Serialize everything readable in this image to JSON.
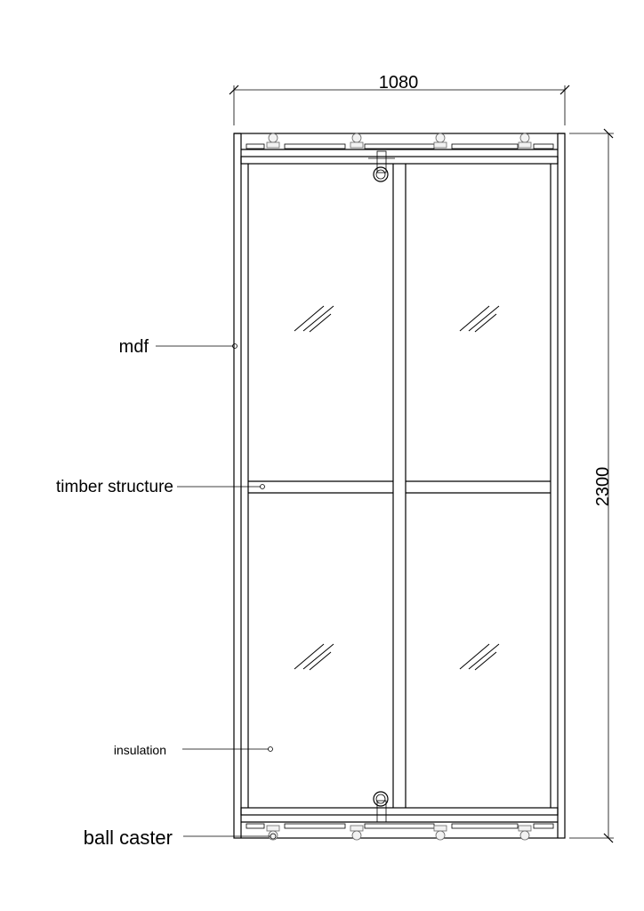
{
  "dimensions": {
    "width": "1080",
    "height": "2300"
  },
  "labels": {
    "mdf": "mdf",
    "timber_structure": "timber structure",
    "insulation": "insulation",
    "ball_caster": "ball caster"
  },
  "colors": {
    "line": "#000000",
    "caster": "#666666"
  }
}
